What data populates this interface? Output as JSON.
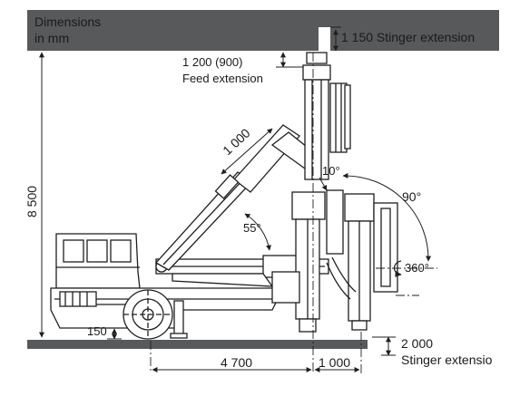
{
  "texts": {
    "dims_line1": "Dimensions",
    "dims_line2": "in mm",
    "stinger_top": "1 150 Stinger extension",
    "feed_value": "1 200 (900)",
    "feed_label": "Feed extension",
    "boom_len": "1 000",
    "height": "8 500",
    "angle_55": "55°",
    "angle_10": "10°",
    "angle_90": "90°",
    "rotation": "360°",
    "ground_clear": "150",
    "length_main": "4 700",
    "length_tail": "1 000",
    "stinger_bottom_value": "2 000",
    "stinger_bottom_label": "Stinger extensio"
  },
  "colors": {
    "slab": "#58595b",
    "line": "#1f1f1f",
    "text": "#1a1a1a"
  }
}
